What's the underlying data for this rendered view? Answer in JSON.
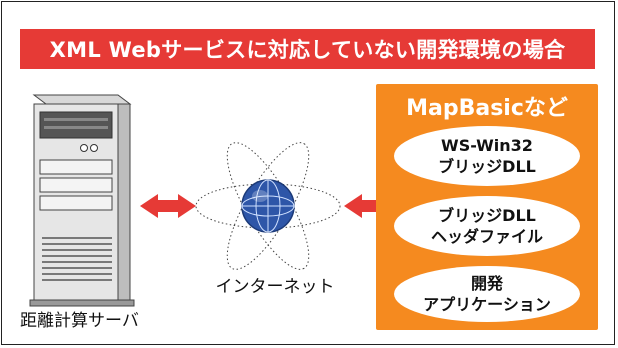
{
  "banner": {
    "title": "XML Webサービスに対応していない開発環境の場合"
  },
  "server": {
    "label": "距離計算サーバ"
  },
  "network": {
    "label": "インターネット"
  },
  "panel": {
    "title": "MapBasicなど",
    "items": [
      {
        "line1": "WS-Win32",
        "line2": "ブリッジDLL"
      },
      {
        "line1": "ブリッジDLL",
        "line2": "ヘッダファイル"
      },
      {
        "line1": "開発",
        "line2": "アプリケーション"
      }
    ]
  },
  "colors": {
    "banner": "#e63a36",
    "panel": "#f58a1f",
    "arrow": "#e63a36",
    "globe": "#2e56a8"
  }
}
